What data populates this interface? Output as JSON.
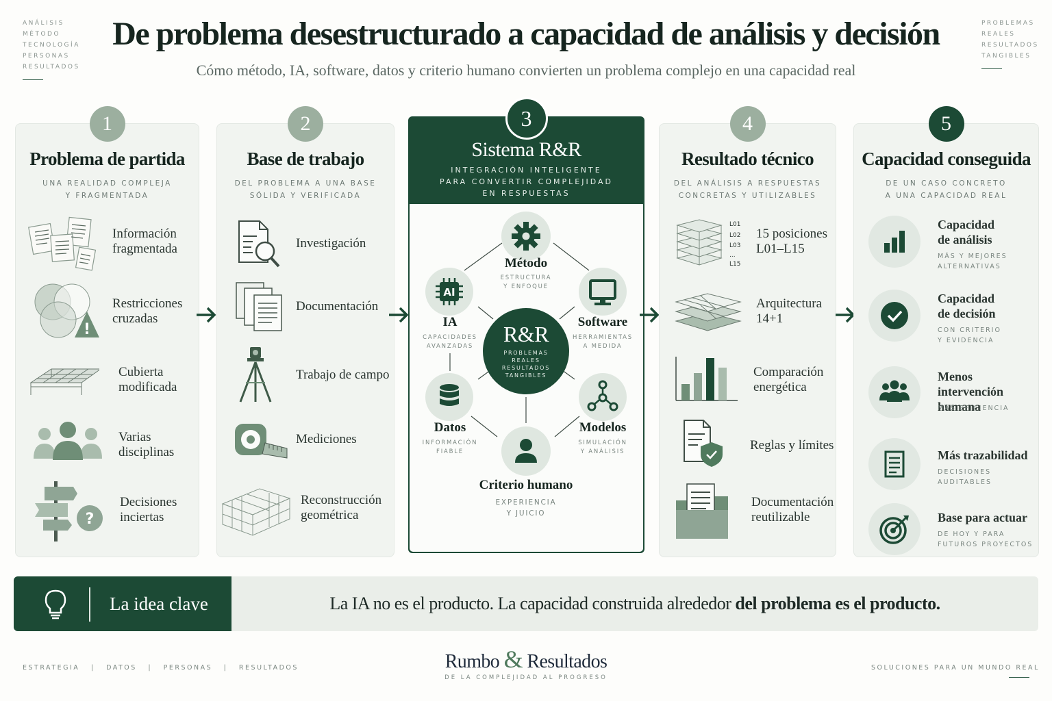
{
  "header": {
    "title": "De problema desestructurado a capacidad de análisis y decisión",
    "subtitle": "Cómo método, IA, software, datos y criterio humano convierten un problema complejo en una capacidad real",
    "left_list": [
      "ANÁLISIS",
      "MÉTODO",
      "TECNOLOGÍA",
      "PERSONAS",
      "RESULTADOS"
    ],
    "right_list": [
      "PROBLEMAS",
      "REALES",
      "RESULTADOS",
      "TANGIBLES"
    ]
  },
  "panels": {
    "p1": {
      "num": "1",
      "title": "Problema de partida",
      "sub": "UNA REALIDAD COMPLEJA\nY FRAGMENTADA",
      "items": [
        {
          "label": "Información fragmentada",
          "icon": "documents-icon"
        },
        {
          "label": "Restricciones cruzadas",
          "icon": "venn-warning-icon"
        },
        {
          "label": "Cubierta modificada",
          "icon": "roof-structure-icon"
        },
        {
          "label": "Varias disciplinas",
          "icon": "people-group-icon"
        },
        {
          "label": "Decisiones inciertas",
          "icon": "signpost-question-icon"
        }
      ]
    },
    "p2": {
      "num": "2",
      "title": "Base de trabajo",
      "sub": "DEL PROBLEMA A UNA BASE\nSÓLIDA Y VERIFICADA",
      "items": [
        {
          "label": "Investigación",
          "icon": "document-search-icon"
        },
        {
          "label": "Documentación",
          "icon": "documents-stack-icon"
        },
        {
          "label": "Trabajo de campo",
          "icon": "tripod-surveyor-icon"
        },
        {
          "label": "Mediciones",
          "icon": "tape-measure-icon"
        },
        {
          "label": "Reconstrucción geométrica",
          "icon": "wireframe-icon"
        }
      ]
    },
    "center": {
      "num": "3",
      "title": "Sistema R&R",
      "sub": "INTEGRACIÓN INTELIGENTE\nPARA CONVERTIR COMPLEJIDAD\nEN RESPUESTAS",
      "hub": {
        "title": "R&R",
        "sub": "PROBLEMAS\nREALES\nRESULTADOS\nTANGIBLES"
      },
      "nodes": [
        {
          "label": "Método",
          "sub": "ESTRUCTURA\nY ENFOQUE",
          "icon": "gear-icon"
        },
        {
          "label": "IA",
          "sub": "CAPACIDADES\nAVANZADAS",
          "icon": "ai-chip-icon",
          "badge": "AI"
        },
        {
          "label": "Software",
          "sub": "HERRAMIENTAS\nA MEDIDA",
          "icon": "monitor-icon"
        },
        {
          "label": "Datos",
          "sub": "INFORMACIÓN\nFIABLE",
          "icon": "database-icon"
        },
        {
          "label": "Modelos",
          "sub": "SIMULACIÓN\nY ANÁLISIS",
          "icon": "network-icon"
        },
        {
          "label": "Criterio humano",
          "sub": "EXPERIENCIA\nY JUICIO",
          "icon": "person-icon"
        }
      ]
    },
    "p4": {
      "num": "4",
      "title": "Resultado técnico",
      "sub": "DEL ANÁLISIS A RESPUESTAS\nCONCRETAS Y UTILIZABLES",
      "levels": [
        "L01",
        "L02",
        "L03",
        "...",
        "L15"
      ],
      "items": [
        {
          "label": "15 posiciones L01–L15",
          "icon": "layers-icon"
        },
        {
          "label": "Arquitectura 14+1",
          "icon": "stacked-plans-icon"
        },
        {
          "label": "Comparación energética",
          "icon": "bar-chart-icon"
        },
        {
          "label": "Reglas y límites",
          "icon": "document-shield-icon"
        },
        {
          "label": "Documentación reutilizable",
          "icon": "folder-docs-icon"
        }
      ]
    },
    "p5": {
      "num": "5",
      "title": "Capacidad conseguida",
      "sub": "DE UN CASO CONCRETO\nA UNA CAPACIDAD REAL",
      "items": [
        {
          "label": "Capacidad\nde análisis",
          "sub": "MÁS Y MEJORES\nALTERNATIVAS",
          "icon": "analytics-icon"
        },
        {
          "label": "Capacidad\nde decisión",
          "sub": "CON CRITERIO\nY EVIDENCIA",
          "icon": "check-icon"
        },
        {
          "label": "Menos intervención\nhumana",
          "sub": "MÁS EFICIENCIA",
          "icon": "team-icon"
        },
        {
          "label": "Más trazabilidad",
          "sub": "DECISIONES\nAUDITABLES",
          "icon": "document-list-icon"
        },
        {
          "label": "Base para actuar",
          "sub": "DE HOY Y PARA\nFUTUROS PROYECTOS",
          "icon": "target-icon"
        }
      ]
    }
  },
  "banner": {
    "label": "La idea clave",
    "text_a": "La IA no es el producto. La capacidad construida alrededor ",
    "text_b": "del problema es el producto."
  },
  "footer": {
    "left": "ESTRATEGIA   |   DATOS   |   PERSONAS   |   RESULTADOS",
    "brand_a": "Rumbo ",
    "brand_amp": "&",
    "brand_b": " Resultados",
    "brand_tag": "DE LA COMPLEJIDAD AL PROGRESO",
    "right": "SOLUCIONES PARA UN MUNDO REAL"
  },
  "colors": {
    "primary": "#1c4a35",
    "muted": "#9caf9f",
    "panel": "#f1f4f0",
    "icon": "#6f8e77"
  }
}
